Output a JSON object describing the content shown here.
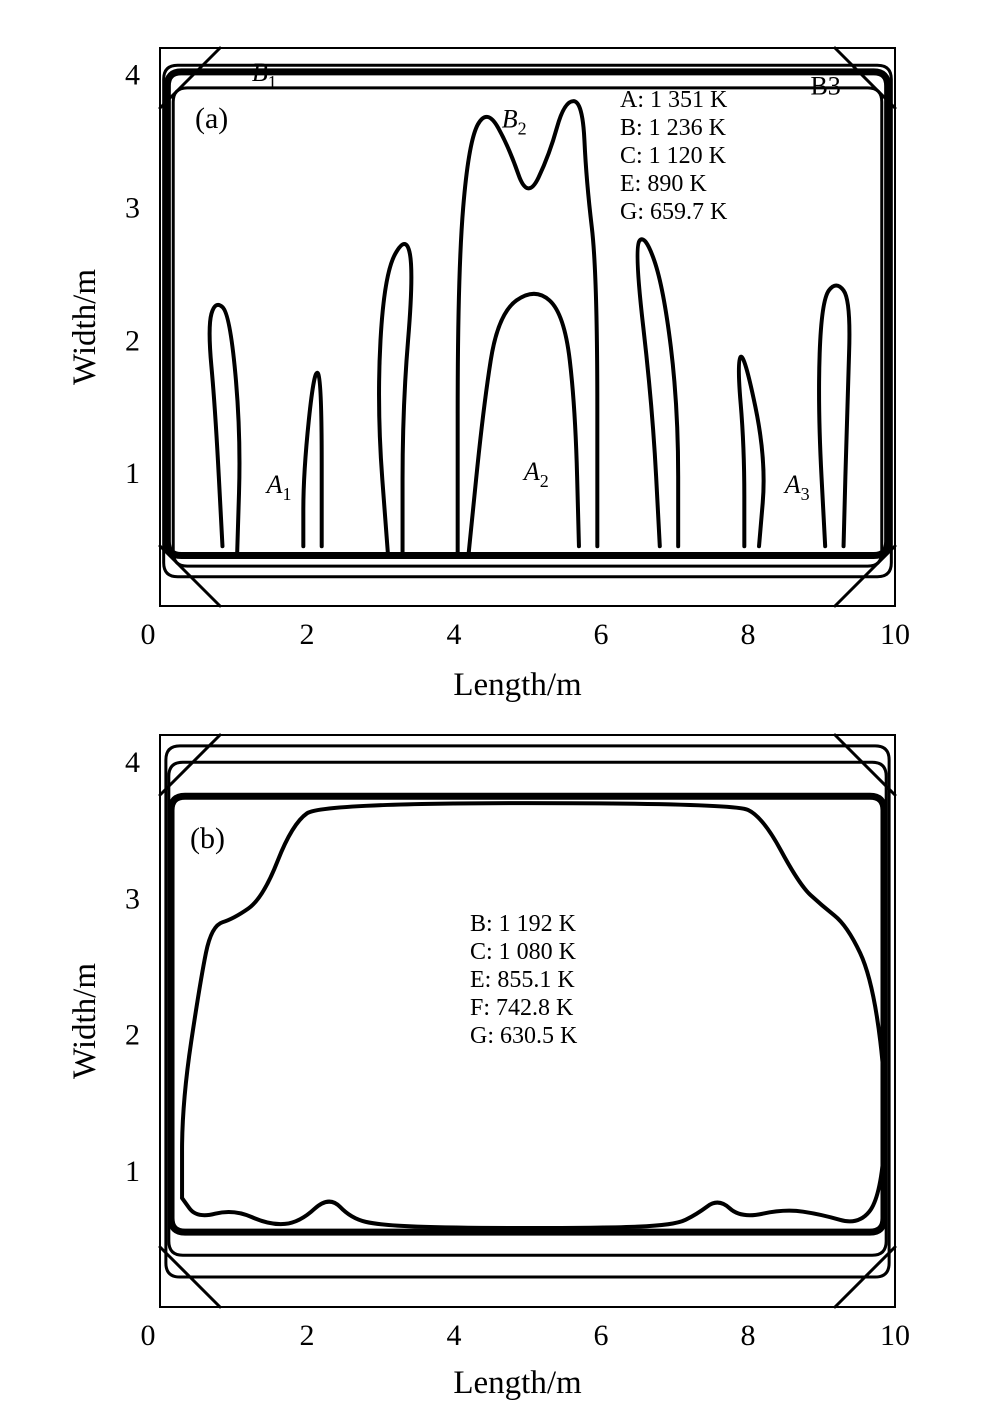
{
  "chart_data": [
    {
      "type": "contour",
      "panel": "(a)",
      "xlabel": "Length/m",
      "ylabel": "Width/m",
      "xlim": [
        0,
        10
      ],
      "ylim": [
        0,
        4.2
      ],
      "xticks": [
        "0",
        "2",
        "4",
        "6",
        "8",
        "10"
      ],
      "yticks": [
        "1",
        "2",
        "3",
        "4"
      ],
      "legend": [
        {
          "code": "A",
          "text": "A: 1 351 K",
          "temperature_K": 1351
        },
        {
          "code": "B",
          "text": "B: 1 236 K",
          "temperature_K": 1236
        },
        {
          "code": "C",
          "text": "C: 1 120 K",
          "temperature_K": 1120
        },
        {
          "code": "E",
          "text": "E: 890 K",
          "temperature_K": 890
        },
        {
          "code": "G",
          "text": "G: 659.7 K",
          "temperature_K": 659.7
        }
      ],
      "region_labels": [
        {
          "letter": "B",
          "sub": "1",
          "x": 1.25,
          "y": 3.95,
          "style": "italic"
        },
        {
          "letter": "B",
          "sub": "2",
          "x": 4.65,
          "y": 3.6,
          "style": "italic"
        },
        {
          "letter": "B3",
          "sub": "",
          "x": 8.85,
          "y": 3.85,
          "style": "upright"
        },
        {
          "letter": "A",
          "sub": "1",
          "x": 1.45,
          "y": 0.85,
          "style": "italic"
        },
        {
          "letter": "A",
          "sub": "2",
          "x": 4.95,
          "y": 0.95,
          "style": "italic"
        },
        {
          "letter": "A",
          "sub": "3",
          "x": 8.5,
          "y": 0.85,
          "style": "italic"
        }
      ],
      "contours": [
        {
          "level": "A",
          "points": [
            [
              0.85,
              0.45
            ],
            [
              0.75,
              1.5
            ],
            [
              0.65,
              2.1
            ],
            [
              0.75,
              2.3
            ],
            [
              0.95,
              2.2
            ],
            [
              1.1,
              1.3
            ],
            [
              1.05,
              0.4
            ]
          ]
        },
        {
          "level": "A",
          "points": [
            [
              1.95,
              0.45
            ],
            [
              1.95,
              1.0
            ],
            [
              2.1,
              1.8
            ],
            [
              2.2,
              1.7
            ],
            [
              2.2,
              0.45
            ]
          ]
        },
        {
          "level": "A",
          "points": [
            [
              3.1,
              0.4
            ],
            [
              2.95,
              1.5
            ],
            [
              3.05,
              2.5
            ],
            [
              3.35,
              2.8
            ],
            [
              3.45,
              2.5
            ],
            [
              3.3,
              1.5
            ],
            [
              3.3,
              0.4
            ]
          ]
        },
        {
          "level": "A",
          "points": [
            [
              4.2,
              0.4
            ],
            [
              4.4,
              1.5
            ],
            [
              4.6,
              2.2
            ],
            [
              5.1,
              2.4
            ],
            [
              5.5,
              2.2
            ],
            [
              5.65,
              1.5
            ],
            [
              5.7,
              0.45
            ]
          ]
        },
        {
          "level": "B",
          "points": [
            [
              4.05,
              0.4
            ],
            [
              4.05,
              2.5
            ],
            [
              4.2,
              3.5
            ],
            [
              4.45,
              3.75
            ],
            [
              4.75,
              3.45
            ],
            [
              5.0,
              3.05
            ],
            [
              5.3,
              3.4
            ],
            [
              5.5,
              3.8
            ],
            [
              5.75,
              3.8
            ],
            [
              5.8,
              3.2
            ],
            [
              5.95,
              2.5
            ],
            [
              5.95,
              0.45
            ]
          ]
        },
        {
          "level": "A",
          "points": [
            [
              6.8,
              0.45
            ],
            [
              6.7,
              1.5
            ],
            [
              6.45,
              2.7
            ],
            [
              6.6,
              2.8
            ],
            [
              6.85,
              2.4
            ],
            [
              7.05,
              1.5
            ],
            [
              7.05,
              0.45
            ]
          ]
        },
        {
          "level": "A",
          "points": [
            [
              7.95,
              0.45
            ],
            [
              7.95,
              1.2
            ],
            [
              7.85,
              1.85
            ],
            [
              7.95,
              1.9
            ],
            [
              8.25,
              1.1
            ],
            [
              8.15,
              0.45
            ]
          ]
        },
        {
          "level": "A",
          "points": [
            [
              9.05,
              0.45
            ],
            [
              8.95,
              1.5
            ],
            [
              9.0,
              2.3
            ],
            [
              9.2,
              2.45
            ],
            [
              9.4,
              2.3
            ],
            [
              9.35,
              1.5
            ],
            [
              9.3,
              0.45
            ]
          ]
        }
      ]
    },
    {
      "type": "contour",
      "panel": "(b)",
      "xlabel": "Length/m",
      "ylabel": "Width/m",
      "xlim": [
        0,
        10
      ],
      "ylim": [
        0,
        4.2
      ],
      "xticks": [
        "0",
        "2",
        "4",
        "6",
        "8",
        "10"
      ],
      "yticks": [
        "1",
        "2",
        "3",
        "4"
      ],
      "legend": [
        {
          "code": "B",
          "text": "B: 1 192 K",
          "temperature_K": 1192
        },
        {
          "code": "C",
          "text": "C: 1 080 K",
          "temperature_K": 1080
        },
        {
          "code": "E",
          "text": "E: 855.1 K",
          "temperature_K": 855.1
        },
        {
          "code": "F",
          "text": "F: 742.8 K",
          "temperature_K": 742.8
        },
        {
          "code": "G",
          "text": "G: 630.5 K",
          "temperature_K": 630.5
        }
      ],
      "contours": [
        {
          "level": "B",
          "points": [
            [
              0.3,
              0.8
            ],
            [
              0.5,
              0.65
            ],
            [
              1.0,
              0.72
            ],
            [
              1.5,
              0.6
            ],
            [
              1.9,
              0.62
            ],
            [
              2.3,
              0.82
            ],
            [
              2.6,
              0.65
            ],
            [
              3.0,
              0.6
            ],
            [
              4.0,
              0.58
            ],
            [
              6.0,
              0.58
            ],
            [
              7.0,
              0.6
            ],
            [
              7.3,
              0.68
            ],
            [
              7.6,
              0.8
            ],
            [
              7.9,
              0.65
            ],
            [
              8.5,
              0.72
            ],
            [
              9.0,
              0.68
            ],
            [
              9.5,
              0.6
            ],
            [
              9.8,
              0.8
            ],
            [
              9.9,
              1.5
            ],
            [
              9.7,
              2.4
            ],
            [
              9.35,
              2.8
            ],
            [
              9.0,
              2.95
            ],
            [
              8.7,
              3.1
            ],
            [
              8.2,
              3.6
            ],
            [
              7.8,
              3.7
            ],
            [
              2.2,
              3.7
            ],
            [
              1.8,
              3.55
            ],
            [
              1.4,
              3.0
            ],
            [
              1.0,
              2.85
            ],
            [
              0.7,
              2.8
            ],
            [
              0.55,
              2.4
            ],
            [
              0.3,
              1.5
            ],
            [
              0.3,
              0.8
            ]
          ]
        }
      ]
    }
  ]
}
